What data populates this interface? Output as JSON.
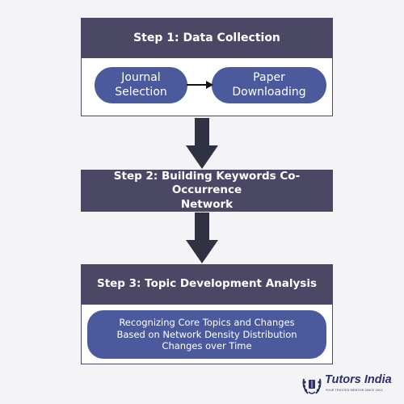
{
  "step1": {
    "title": "Step 1: Data Collection",
    "node1": "Journal\nSelection",
    "node2": "Paper\nDownloading"
  },
  "step2": {
    "title": "Step 2: Building Keywords Co-Occurrence\nNetwork"
  },
  "step3": {
    "title": "Step 3: Topic Development Analysis",
    "node": "Recognizing Core Topics and Changes\nBased on Network Density Distribution\nChanges over Time"
  },
  "brand": {
    "name": "Tutors India",
    "tagline": "YOUR TRUSTED MENTOR SINCE 2001"
  },
  "colors": {
    "header": "#4b4866",
    "pill": "#4a5a9c",
    "arrow": "#2f3243",
    "background": "#f4f4f6"
  }
}
